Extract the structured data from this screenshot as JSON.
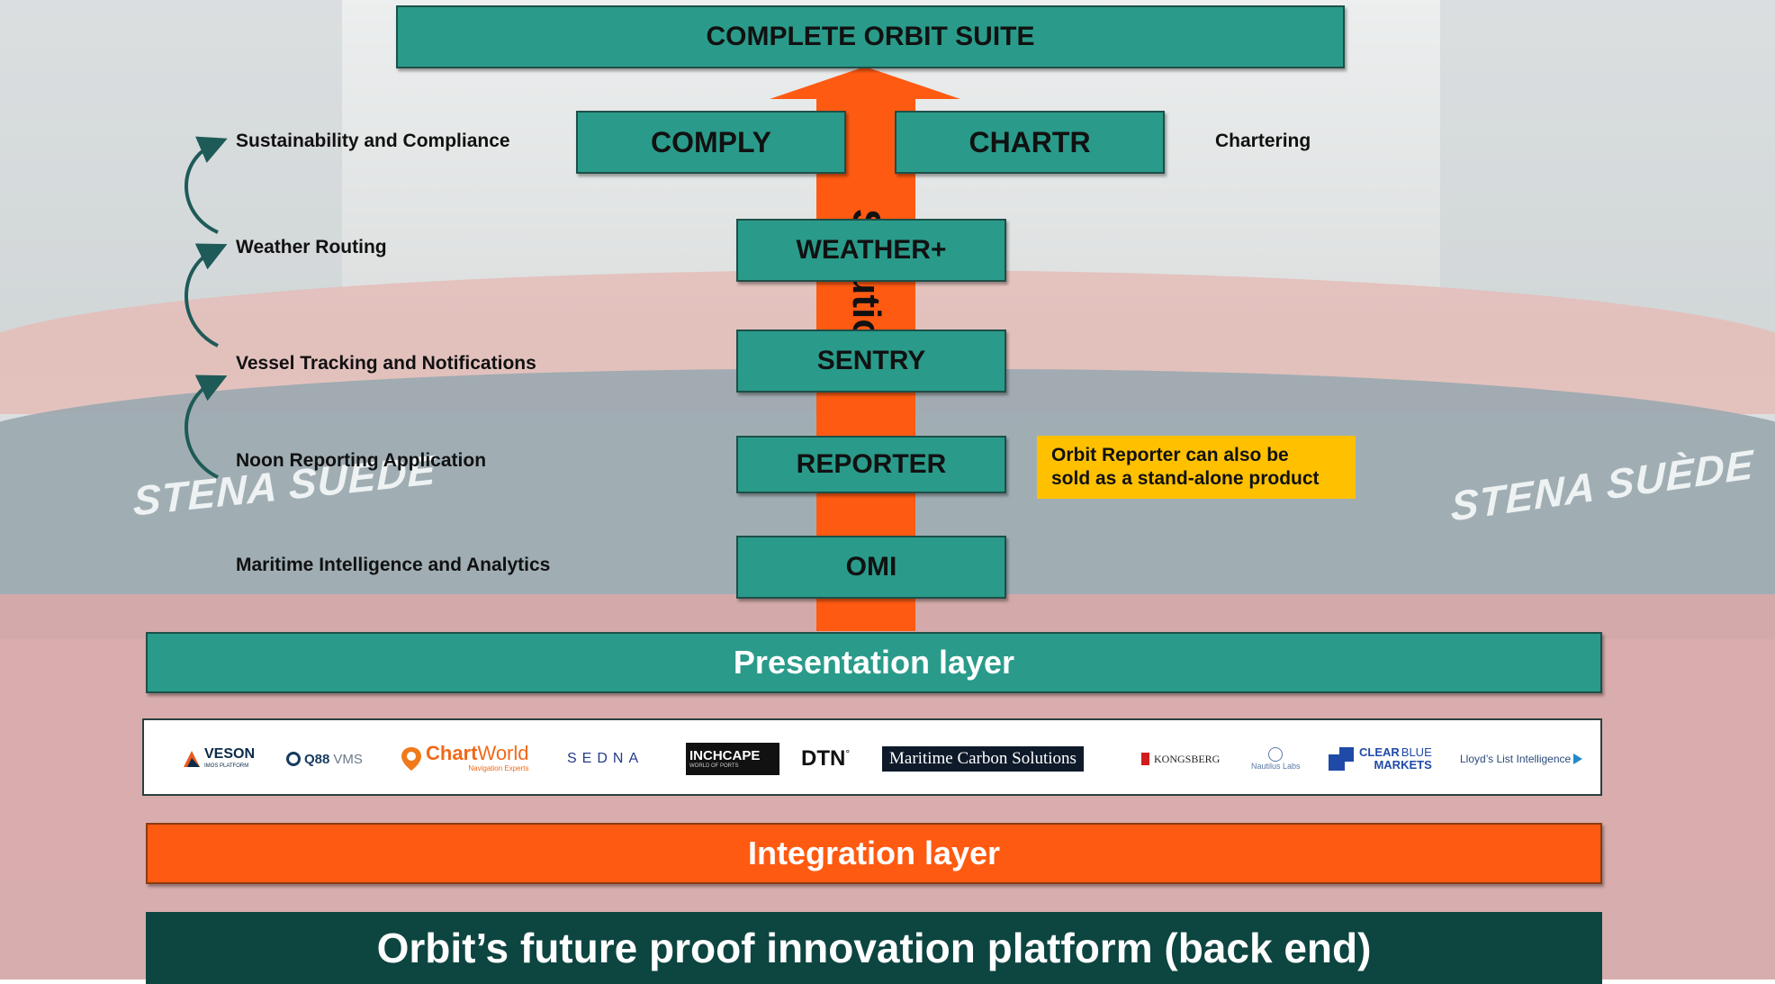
{
  "stack": {
    "suite": "COMPLETE ORBIT SUITE",
    "comply": "COMPLY",
    "chartr": "CHARTR",
    "weather": "WEATHER+",
    "sentry": "SENTRY",
    "reporter": "REPORTER",
    "omi": "OMI",
    "arrow_text": "Solution"
  },
  "labels": {
    "sustainability": "Sustainability and Compliance",
    "weather_routing": "Weather Routing",
    "vessel_tracking": "Vessel Tracking and Notifications",
    "noon_reporting": "Noon Reporting Application",
    "maritime_intel": "Maritime Intelligence and Analytics",
    "chartering": "Chartering"
  },
  "note": {
    "line1": "Orbit Reporter can also be",
    "line2": "sold as a stand-alone product"
  },
  "layers": {
    "presentation": "Presentation layer",
    "integration": "Integration layer",
    "backend": "Orbit’s future proof innovation platform (back end)"
  },
  "partners": {
    "veson": "VESON",
    "veson_sub": "IMOS PLATFORM",
    "q88": "Q88",
    "q88_vms": "VMS",
    "chartworld_a": "Chart",
    "chartworld_b": "World",
    "chartworld_sub": "Navigation Experts",
    "sedna": "SEDNA",
    "inchcape": "INCHCAPE",
    "inchcape_sub": "WORLD OF PORTS",
    "dtn": "DTN",
    "mcs": "Maritime Carbon Solutions",
    "kongsberg": "KONGSBERG",
    "nautilus": "Nautilus Labs",
    "cbm_a": "CLEAR",
    "cbm_b": "BLUE",
    "cbm_c": "MARKETS",
    "lloyds": "Lloyd’s List Intelligence"
  },
  "background": {
    "ship_name_left": "STENA SUEDE",
    "ship_name_right": "STENA SUÈDE"
  },
  "colors": {
    "teal": "#2a9b8a",
    "orange": "#ff5a12",
    "dark_teal": "#0d4540",
    "note_yellow": "#ffc000",
    "curve_arrow": "#1e5b58"
  }
}
